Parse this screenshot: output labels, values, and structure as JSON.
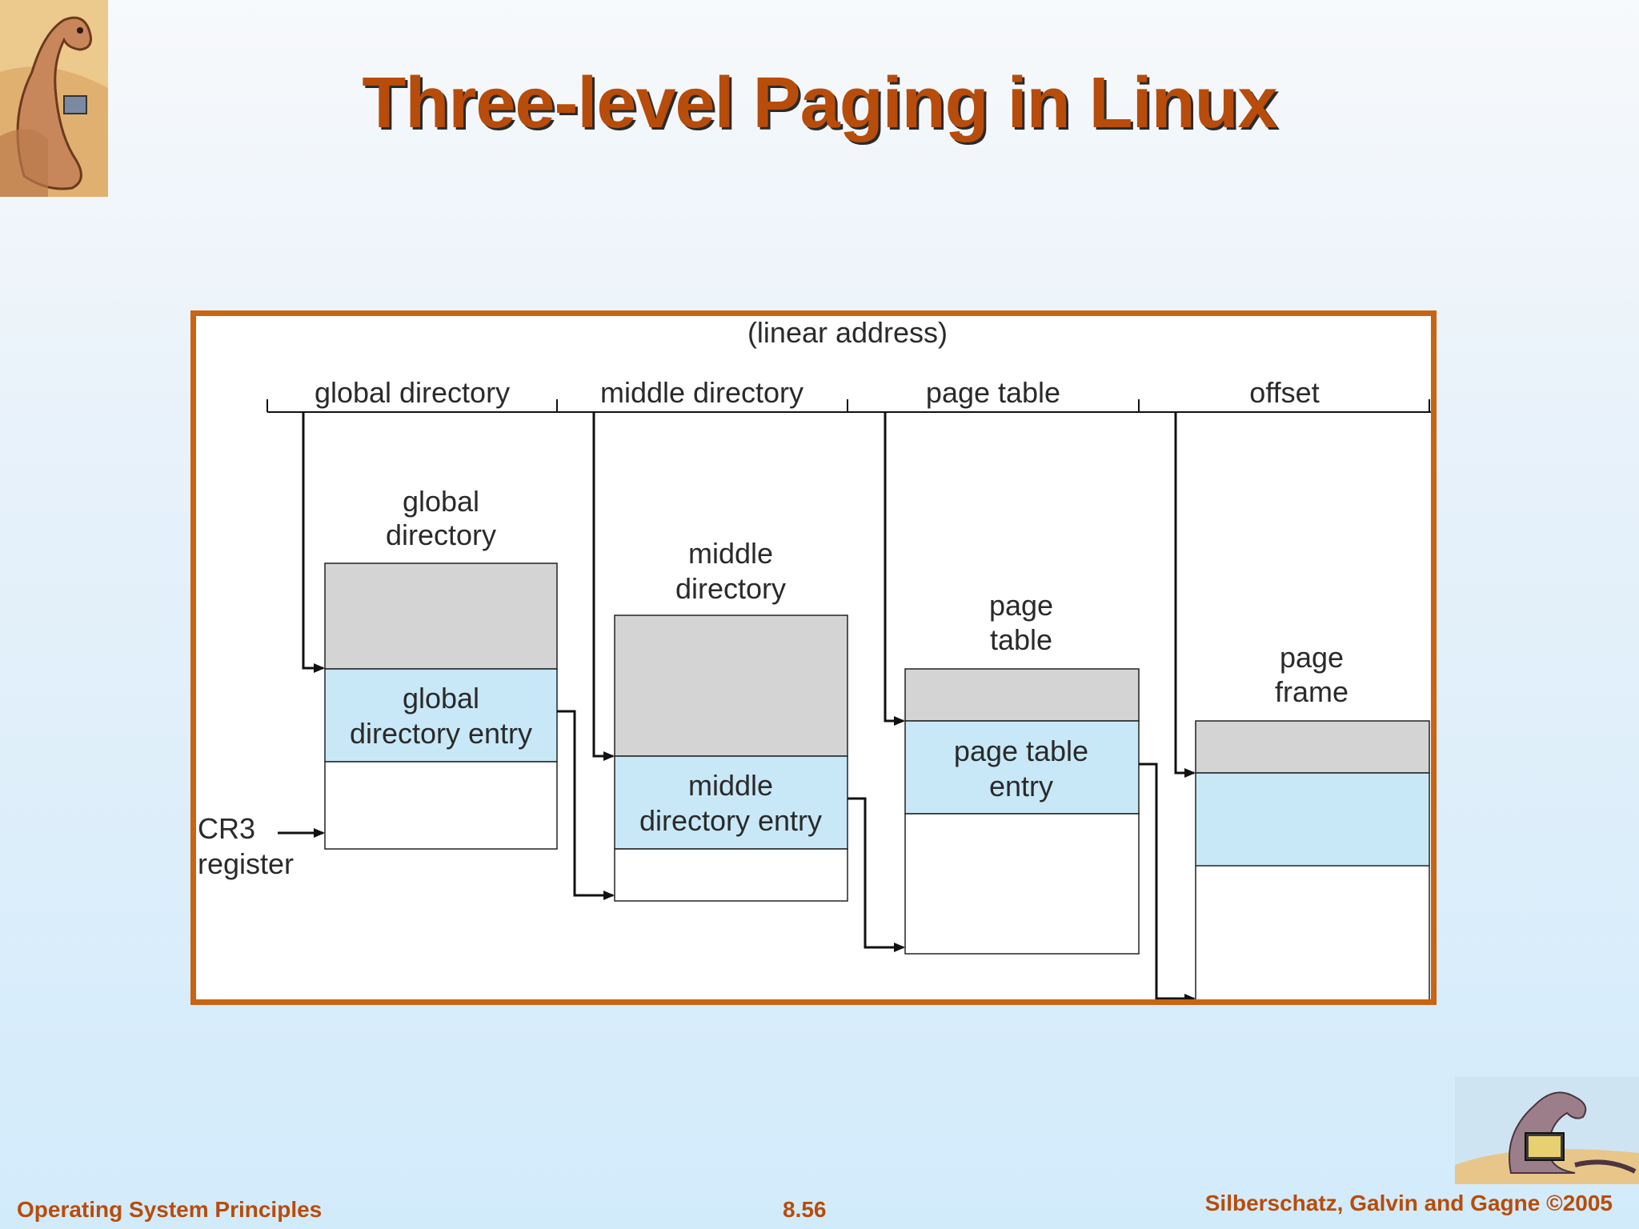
{
  "slide": {
    "title": "Three-level Paging in Linux",
    "footer_left": "Operating System Principles",
    "footer_center": "8.56",
    "footer_right": "Silberschatz, Galvin and Gagne ©2005"
  },
  "diagram": {
    "linear_address_label": "(linear address)",
    "fields": [
      "global directory",
      "middle directory",
      "page table",
      "offset"
    ],
    "tables": [
      {
        "title": [
          "global",
          "directory"
        ],
        "entry": [
          "global",
          "directory entry"
        ]
      },
      {
        "title": [
          "middle",
          "directory"
        ],
        "entry": [
          "middle",
          "directory entry"
        ]
      },
      {
        "title": [
          "page",
          "table"
        ],
        "entry": [
          "page table",
          "entry"
        ]
      },
      {
        "title": [
          "page",
          "frame"
        ],
        "entry": []
      }
    ],
    "cr3_label": [
      "CR3",
      "register"
    ]
  },
  "colors": {
    "accent": "#b84c0a",
    "border": "#c96412",
    "table_gray": "#d4d4d4",
    "entry_blue": "#c8e8f8"
  },
  "icons": {
    "top_left": "dinosaur-logo-icon",
    "bottom_right": "dinosaur-laptop-icon"
  }
}
